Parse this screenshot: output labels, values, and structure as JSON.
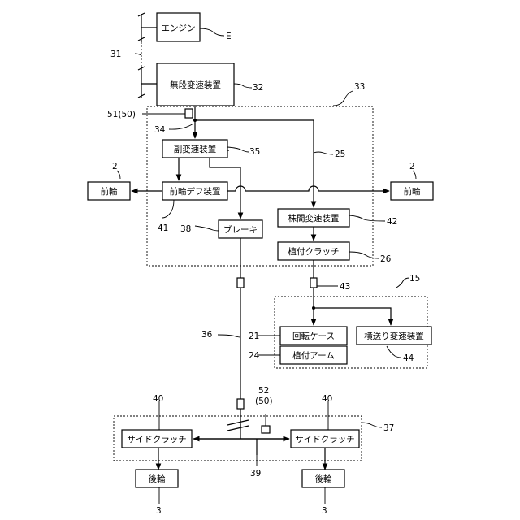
{
  "components": {
    "engine": "エンジン",
    "cvt": "無段変速装置",
    "sub_transmission": "副変速装置",
    "front_diff": "前輪デフ装置",
    "front_wheel_left": "前輪",
    "front_wheel_right": "前輪",
    "brake": "ブレーキ",
    "inter_plant_transmission": "株間変速装置",
    "planting_clutch": "植付クラッチ",
    "rotary_case": "回転ケース",
    "planting_arm": "植付アーム",
    "lateral_feed_transmission": "横送り変速装置",
    "side_clutch_left": "サイドクラッチ",
    "side_clutch_right": "サイドクラッチ",
    "rear_wheel_left": "後輪",
    "rear_wheel_right": "後輪"
  },
  "refs": {
    "E": "E",
    "r31": "31",
    "r32": "32",
    "r33": "33",
    "r51": "51(50)",
    "r34": "34",
    "r35": "35",
    "r25": "25",
    "r2_left": "2",
    "r2_right": "2",
    "r41": "41",
    "r38": "38",
    "r42": "42",
    "r26": "26",
    "r43": "43",
    "r15": "15",
    "r36": "36",
    "r21": "21",
    "r24": "24",
    "r44": "44",
    "r52": "52",
    "r50": "(50)",
    "r40_left": "40",
    "r40_right": "40",
    "r37": "37",
    "r39": "39",
    "r3_left": "3",
    "r3_right": "3"
  }
}
